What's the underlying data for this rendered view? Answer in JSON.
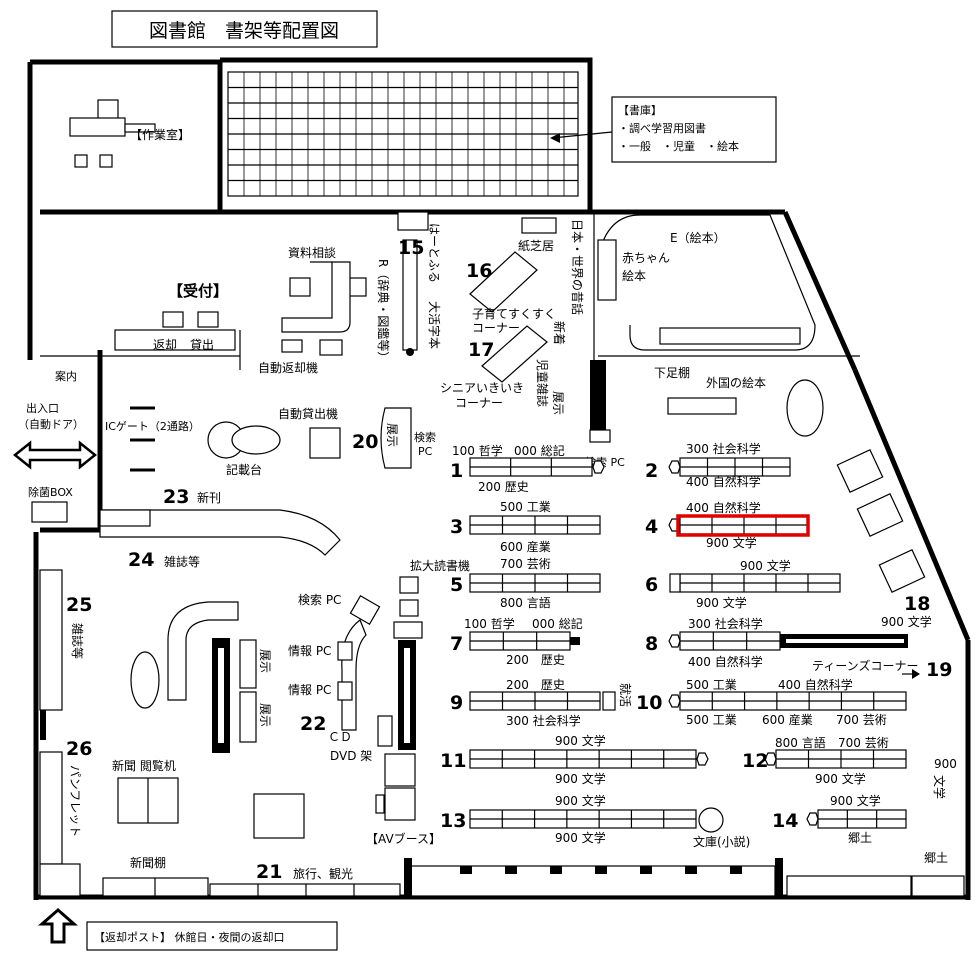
{
  "title": "図書館　書架等配置図",
  "rooms": {
    "workroom": "【作業室】",
    "reception": "【受付】",
    "reference_consult": "資料相談",
    "return_counter": "返却",
    "lend_counter": "貸出",
    "auto_return": "自動返却機",
    "info": "案内",
    "entrance": "出入口",
    "entrance_sub": "（自動ドア）",
    "sterilizer": "除菌BOX",
    "ic_gate": "ICゲート（2通路）",
    "auto_lend": "自動貸出機",
    "writing_desk": "記載台"
  },
  "stacks": {
    "title": "【書庫】",
    "line1": "・調べ学習用図書",
    "line2": "・一般　・児童　・絵本"
  },
  "corners": {
    "n15": "15",
    "hatofuru": "はーとふる",
    "large_print": "大活字本",
    "reference_r": "R（辞典・図鑑等）",
    "kamishibai": "紙芝居",
    "n16": "16",
    "parenting": "子育てすくすく",
    "parenting2": "コーナー",
    "n17": "17",
    "senior": "シニアいきいき",
    "senior2": "コーナー",
    "folk_tales": "日本・世界の昔話",
    "new_kids": "新着",
    "kids_magazine": "児童雑誌",
    "display": "展示",
    "search_pc": "検索 PC",
    "ehon_e": "E（絵本）",
    "baby_books": "赤ちゃん",
    "baby_books2": "絵本",
    "low_shelf": "下足棚",
    "foreign_books": "外国の絵本",
    "n20": "20",
    "display20": "展示",
    "search20": "検索",
    "pc20": "PC",
    "n23": "23",
    "new_pub": "新刊",
    "n24": "24",
    "magazines": "雑誌等",
    "large_reader": "拡大読書機",
    "search_pc_left": "検索 PC",
    "info_pc1": "情報 PC",
    "info_pc2": "情報 PC",
    "display_a": "展示",
    "display_b": "展示",
    "n22": "22",
    "cd": "ＣＤ",
    "dvd": "DVD 架",
    "av_booth": "【AVブース】",
    "n25": "25",
    "magazines25": "雑誌等",
    "n26": "26",
    "pamphlet": "パンフレット",
    "newspaper_desk": "新聞 閲覧机",
    "newspaper_shelf": "新聞棚",
    "n21": "21",
    "travel": "旅行、観光",
    "return_post": "【返却ポスト】 休館日・夜間の返却口",
    "n18": "18",
    "lit18": "900 文学",
    "teens": "ティーンズコーナー",
    "n19": "19",
    "lit_side": "900",
    "lit_side2": "文学",
    "local_side": "郷土",
    "employment": "就活",
    "bunko": "文庫(小説)"
  },
  "shelves": {
    "s1": {
      "num": "1",
      "top_a": "100  哲学",
      "top_b": "000 総記",
      "bottom": "200 歴史"
    },
    "s2": {
      "num": "2",
      "top": "300 社会科学",
      "bottom": "400 自然科学"
    },
    "s3": {
      "num": "3",
      "top": "500 工業",
      "bottom": "600 産業"
    },
    "s4": {
      "num": "4",
      "top": "400 自然科学",
      "bottom": "900 文学"
    },
    "s5": {
      "num": "5",
      "top": "700 芸術",
      "bottom": "800 言語"
    },
    "s6": {
      "num": "6",
      "top": "900 文学",
      "bottom": "900 文学"
    },
    "s7": {
      "num": "7",
      "top_a": "100 哲学",
      "top_b": "000 総記",
      "bottom": "200　歴史"
    },
    "s8": {
      "num": "8",
      "top": "300 社会科学",
      "bottom": "400 自然科学"
    },
    "s9": {
      "num": "9",
      "top": "200　歴史",
      "bottom": "300 社会科学"
    },
    "s10": {
      "num": "10",
      "top_a": "500 工業",
      "top_b": "400 自然科学",
      "bottom_a": "500 工業",
      "bottom_b": "600 産業",
      "bottom_c": "700 芸術"
    },
    "s11": {
      "num": "11",
      "top": "900 文学",
      "bottom": "900 文学"
    },
    "s12": {
      "num": "12",
      "top_a": "800 言語",
      "top_b": "700 芸術",
      "bottom": "900 文学"
    },
    "s13": {
      "num": "13",
      "top": "900 文学",
      "bottom": "900 文学"
    },
    "s14": {
      "num": "14",
      "top": "900 文学",
      "bottom": "郷土"
    }
  },
  "highlight_color": "#e00000"
}
